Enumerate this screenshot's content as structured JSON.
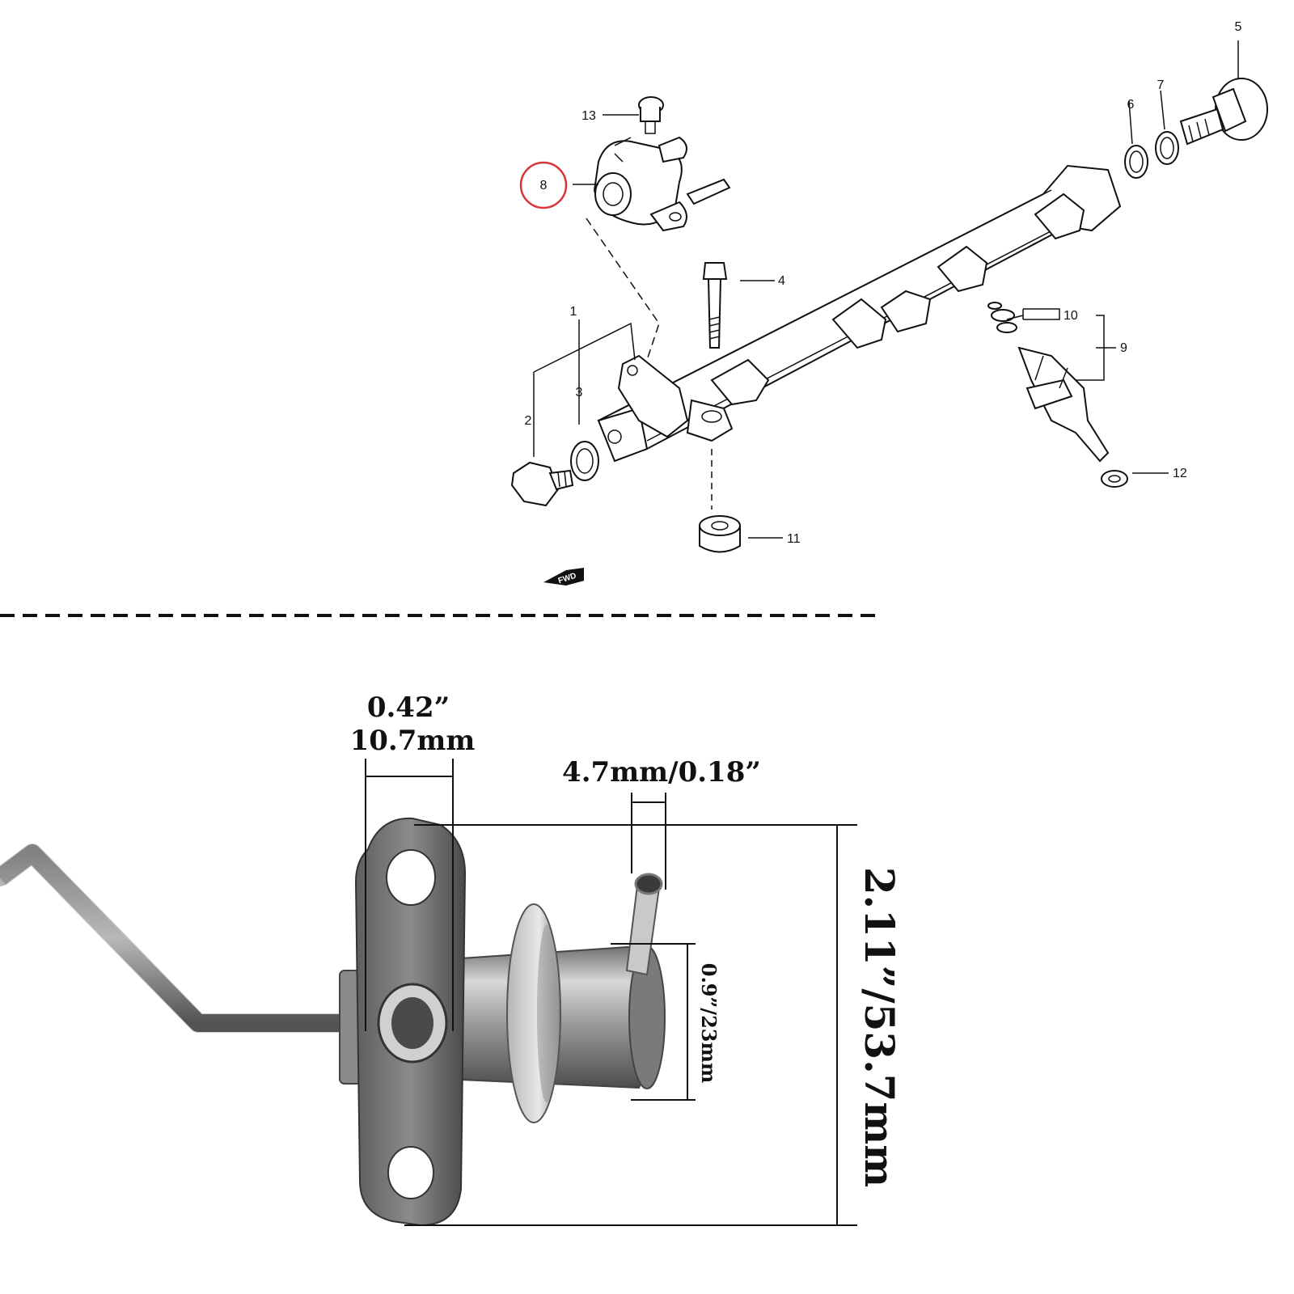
{
  "exploded_view": {
    "callouts": [
      "1",
      "2",
      "3",
      "4",
      "5",
      "6",
      "7",
      "8",
      "9",
      "10",
      "11",
      "12",
      "13"
    ],
    "highlighted_callout": "8",
    "highlight_color": "#d9343a",
    "fwd_label": "FWD"
  },
  "dimensions": {
    "mount_hole_width": {
      "imperial": "0.42”",
      "metric": "10.7mm"
    },
    "vacuum_port": "4.7mm/0.18”",
    "body_diameter": "0.9”/23mm",
    "overall_height": "2.11”/53.7mm"
  }
}
